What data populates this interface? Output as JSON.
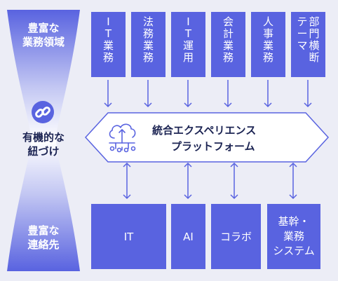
{
  "left_labels": {
    "top": [
      "豊富な",
      "業務領域"
    ],
    "middle": [
      "有機的な",
      "紐づけ"
    ],
    "bottom": [
      "豊富な",
      "連絡先"
    ]
  },
  "top_boxes": [
    {
      "columns": [
        [
          "I",
          "T",
          "業",
          "務"
        ]
      ]
    },
    {
      "columns": [
        [
          "法",
          "務",
          "業",
          "務"
        ]
      ]
    },
    {
      "columns": [
        [
          "I",
          "T",
          "運",
          "用"
        ]
      ]
    },
    {
      "columns": [
        [
          "会",
          "計",
          "業",
          "務"
        ]
      ]
    },
    {
      "columns": [
        [
          "人",
          "事",
          "業",
          "務"
        ]
      ]
    },
    {
      "columns": [
        [
          "部",
          "門",
          "横",
          "断"
        ],
        [
          "テ",
          "ー",
          "マ"
        ]
      ]
    }
  ],
  "platform": {
    "lines": [
      "統合エクスペリエンス",
      "プラットフォーム"
    ],
    "icon": "cloud-network-icon"
  },
  "bottom_boxes": [
    {
      "lines": [
        "IT"
      ]
    },
    {
      "lines": [
        "AI"
      ]
    },
    {
      "lines": [
        "コラボ"
      ]
    },
    {
      "lines": [
        "基幹・",
        "業務",
        "システム"
      ]
    }
  ],
  "link_icon": "chain-link-icon",
  "colors": {
    "background": "#ecedf6",
    "box": "#5963e0",
    "hourglass": "#5963e0",
    "text_dark": "#1c2453",
    "arrow": "#5963e0"
  }
}
